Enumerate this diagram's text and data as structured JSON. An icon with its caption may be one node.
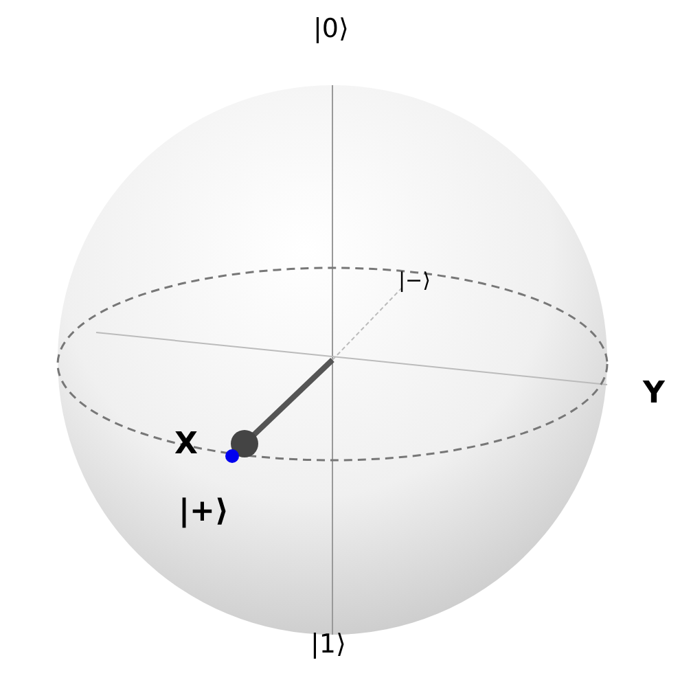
{
  "diagram": {
    "labels": [
      "|0⟩",
      "|−⟩",
      "Y",
      "X",
      "|+⟩",
      "|1⟩"
    ]
  }
}
